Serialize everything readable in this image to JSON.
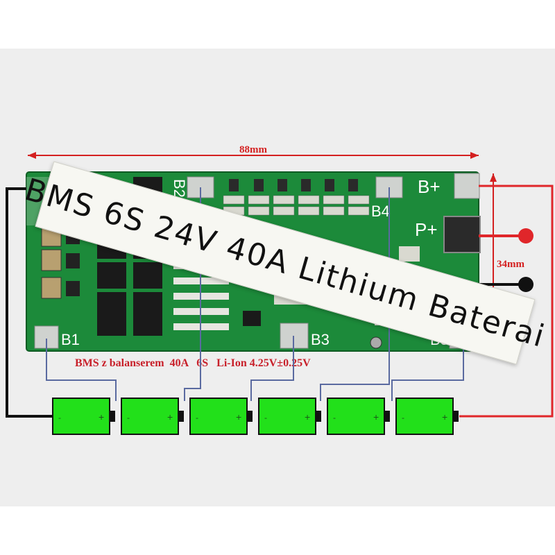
{
  "dimensions": {
    "width_label": "88mm",
    "height_label": "34mm"
  },
  "terminals": {
    "b_plus": "B+",
    "p_plus": "P+",
    "b1": "B1",
    "b2": "B2",
    "b3": "B3",
    "b4": "B4",
    "b5": "B5"
  },
  "board_caption": "BMS z balanserem  40A   6S   Li-Ion 4.25V±0.25V",
  "overlay_banner": "BMS 6S 24V 40A Lithium Baterai",
  "cells": {
    "count": 6,
    "minus_symbol": "-",
    "plus_symbol": "+",
    "cell_color": "#22e01a"
  },
  "colors": {
    "pcb": "#1c8a3a",
    "pos_wire": "#e0262a",
    "neg_wire": "#111111",
    "dimension_red": "#d42020",
    "balance_wire": "#5a6aa0"
  }
}
